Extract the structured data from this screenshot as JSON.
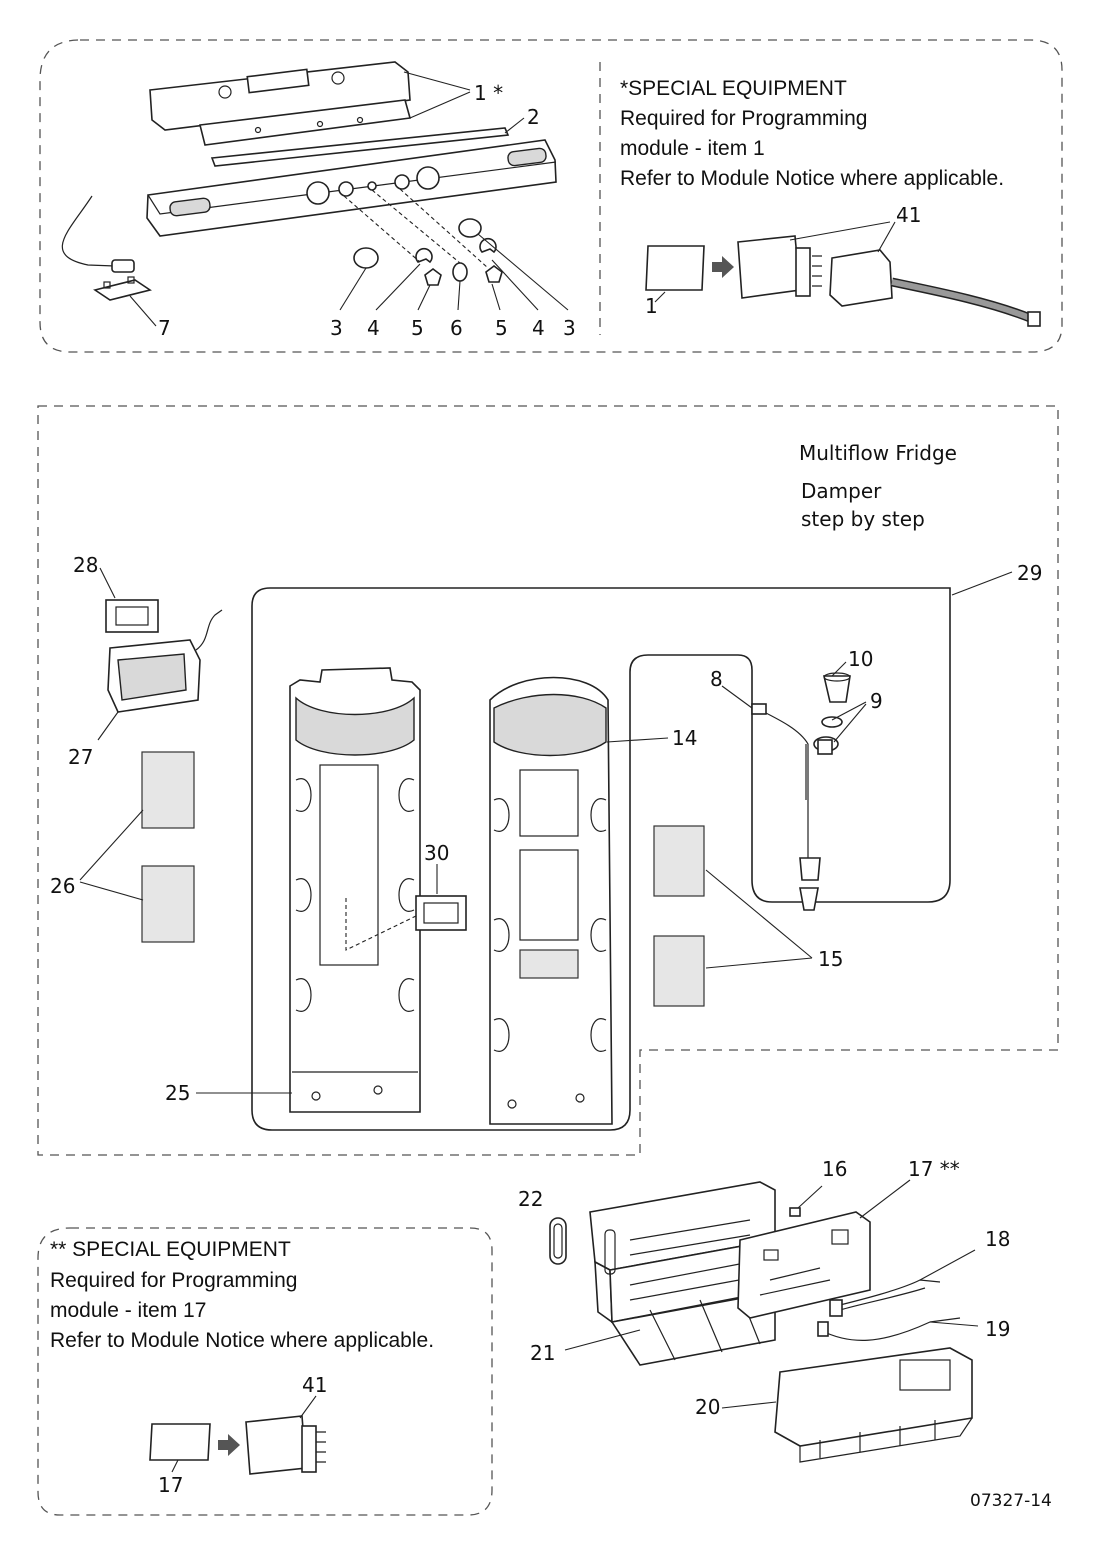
{
  "top_panel": {
    "note": {
      "line1": "*SPECIAL EQUIPMENT",
      "line2": "Required for Programming",
      "line3": "module - item 1",
      "line4": "Refer to Module Notice where applicable."
    },
    "labels": {
      "l1": "1 *",
      "l2": "2",
      "l3a": "3",
      "l4a": "4",
      "l5a": "5",
      "l6": "6",
      "l5b": "5",
      "l4b": "4",
      "l3b": "3",
      "l7": "7",
      "l41": "41",
      "l1b": "1"
    }
  },
  "middle_panel": {
    "title_lines": [
      "Multiflow Fridge",
      "Damper",
      "step by step"
    ],
    "labels": {
      "l28": "28",
      "l27": "27",
      "l26": "26",
      "l29": "29",
      "l10": "10",
      "l8": "8",
      "l9": "9",
      "l14": "14",
      "l30": "30",
      "l15": "15",
      "l25": "25"
    }
  },
  "bottom_panel": {
    "note": {
      "line1": "** SPECIAL EQUIPMENT",
      "line2": "Required for Programming",
      "line3": "module - item 17",
      "line4": "Refer to Module Notice where applicable."
    },
    "labels": {
      "l41": "41",
      "l17": "17",
      "l16": "16",
      "l17s": "17 **",
      "l22": "22",
      "l18": "18",
      "l19": "19",
      "l21": "21",
      "l20": "20"
    }
  },
  "figure_code": "07327-14"
}
